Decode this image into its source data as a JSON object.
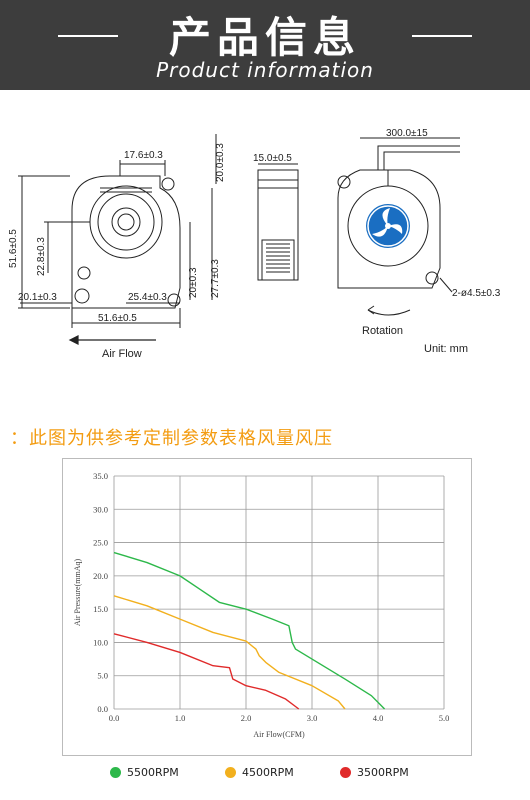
{
  "header": {
    "title": "产品信息",
    "subtitle": "Product information"
  },
  "drawing": {
    "dims": {
      "top_width": "17.6±0.3",
      "total_height_right": "20.0±0.3",
      "outer_height": "51.6±0.5",
      "inlet_height": "22.8±0.3",
      "bottom_left": "20.1±0.3",
      "bottom_mid": "25.4±0.3",
      "bottom_width": "51.6±0.5",
      "mount_height": "20±0.3",
      "side_height": "27.7±0.3",
      "side_thickness": "15.0±0.5",
      "cable_length": "300.0±15",
      "mount_holes": "2-ø4.5±0.3"
    },
    "labels": {
      "air_flow": "Air Flow",
      "rotation": "Rotation",
      "unit": "Unit: mm"
    }
  },
  "note": "：此图为供参考定制参数表格风量风压",
  "colors": {
    "banner": "#3d3d3d",
    "note": "#f39c12",
    "s5500": "#2db84a",
    "s4500": "#f2b01e",
    "s3500": "#e02a2a",
    "fan_blue": "#1a6ec2"
  },
  "chart_data": {
    "type": "line",
    "xlabel": "Air Flow(CFM)",
    "ylabel": "Air Pressure(mmAq)",
    "xlim": [
      0,
      5.0
    ],
    "ylim": [
      0,
      35.0
    ],
    "xticks": [
      "0.0",
      "1.0",
      "2.0",
      "3.0",
      "4.0",
      "5.0"
    ],
    "yticks": [
      "0.0",
      "5.0",
      "10.0",
      "15.0",
      "20.0",
      "25.0",
      "30.0",
      "35.0"
    ],
    "grid": true,
    "legend_position": "bottom",
    "series": [
      {
        "name": "5500RPM",
        "color": "#2db84a",
        "x": [
          0,
          0.5,
          1.0,
          1.3,
          1.6,
          2.0,
          2.4,
          2.65,
          2.7,
          2.75,
          3.0,
          3.5,
          3.9,
          4.1
        ],
        "y": [
          23.5,
          22.0,
          20.0,
          18.0,
          16.0,
          15.0,
          13.5,
          12.5,
          10.0,
          9.0,
          7.5,
          4.5,
          2.0,
          0
        ]
      },
      {
        "name": "4500RPM",
        "color": "#f2b01e",
        "x": [
          0,
          0.5,
          1.0,
          1.5,
          2.0,
          2.15,
          2.2,
          2.3,
          2.5,
          3.0,
          3.4,
          3.5
        ],
        "y": [
          17.0,
          15.5,
          13.5,
          11.5,
          10.2,
          9.0,
          8.0,
          7.0,
          5.5,
          3.5,
          1.2,
          0
        ]
      },
      {
        "name": "3500RPM",
        "color": "#e02a2a",
        "x": [
          0,
          0.5,
          1.0,
          1.5,
          1.75,
          1.8,
          2.0,
          2.3,
          2.6,
          2.8
        ],
        "y": [
          11.3,
          10.0,
          8.5,
          6.5,
          6.2,
          4.5,
          3.5,
          2.8,
          1.5,
          0
        ]
      }
    ]
  }
}
